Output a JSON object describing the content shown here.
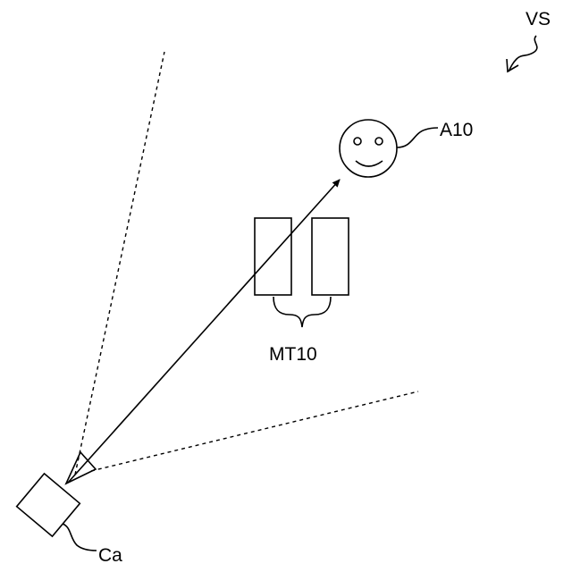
{
  "labels": {
    "virtual_space": "VS",
    "avatar": "A10",
    "markers": "MT10",
    "camera": "Ca"
  },
  "colors": {
    "line": "#000000",
    "background": "#ffffff"
  }
}
